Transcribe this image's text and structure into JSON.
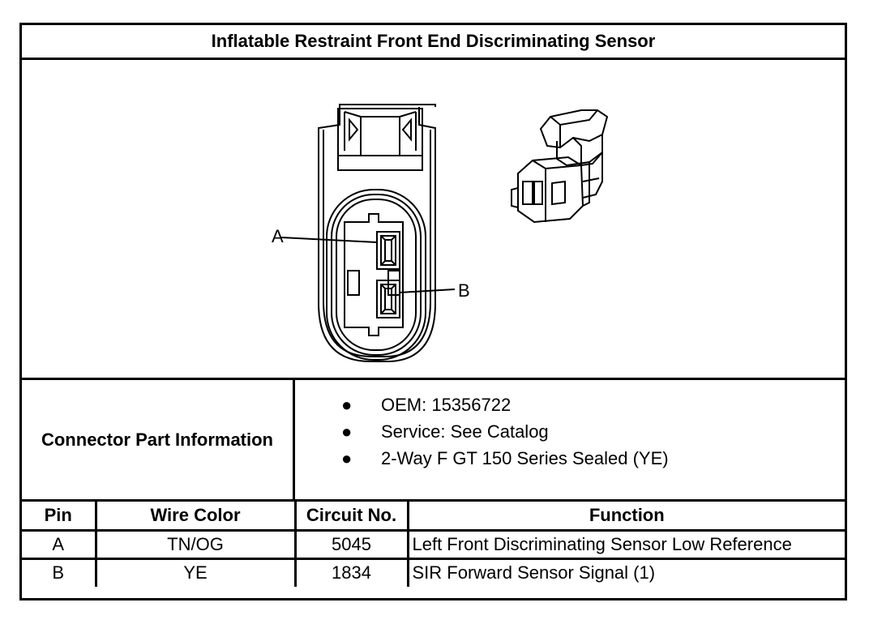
{
  "title": "Inflatable Restraint Front End Discriminating Sensor",
  "figure": {
    "callout_a": "A",
    "callout_b": "B"
  },
  "connector_info": {
    "label": "Connector Part Information",
    "items": [
      "OEM: 15356722",
      "Service: See Catalog",
      "2-Way F GT 150 Series Sealed (YE)"
    ]
  },
  "pin_table": {
    "headers": [
      "Pin",
      "Wire Color",
      "Circuit No.",
      "Function"
    ],
    "rows": [
      [
        "A",
        "TN/OG",
        "5045",
        "Left Front Discriminating Sensor Low Reference"
      ],
      [
        "B",
        "YE",
        "1834",
        "SIR Forward Sensor Signal (1)"
      ]
    ]
  }
}
